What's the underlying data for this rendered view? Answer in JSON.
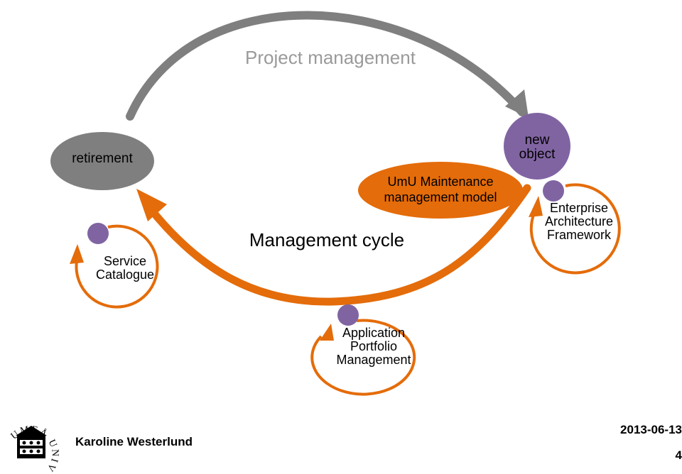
{
  "colors": {
    "orange": "#e46c0a",
    "grey": "#7f7f7f",
    "purple": "#8064a2",
    "text_grey": "#9a9a9a",
    "text_dark": "#000000"
  },
  "diagram": {
    "project_arc_label": "Project management",
    "retirement_label": "retirement",
    "new_object_label": "new\nobject",
    "umu_model_label": "UmU Maintenance\nmanagement model",
    "management_cycle_label": "Management cycle",
    "service_catalogue_label": "Service\nCatalogue",
    "enterprise_architecture_label": "Enterprise\nArchitecture\nFramework",
    "application_portfolio_label": "Application\nPortfolio\nManagement"
  },
  "footer": {
    "university_name": "UMEÅ UNIVERSITET",
    "logo_icon": "umea-university-seal",
    "author": "Karoline Westerlund",
    "date": "2013-06-13",
    "page_number": "4"
  }
}
